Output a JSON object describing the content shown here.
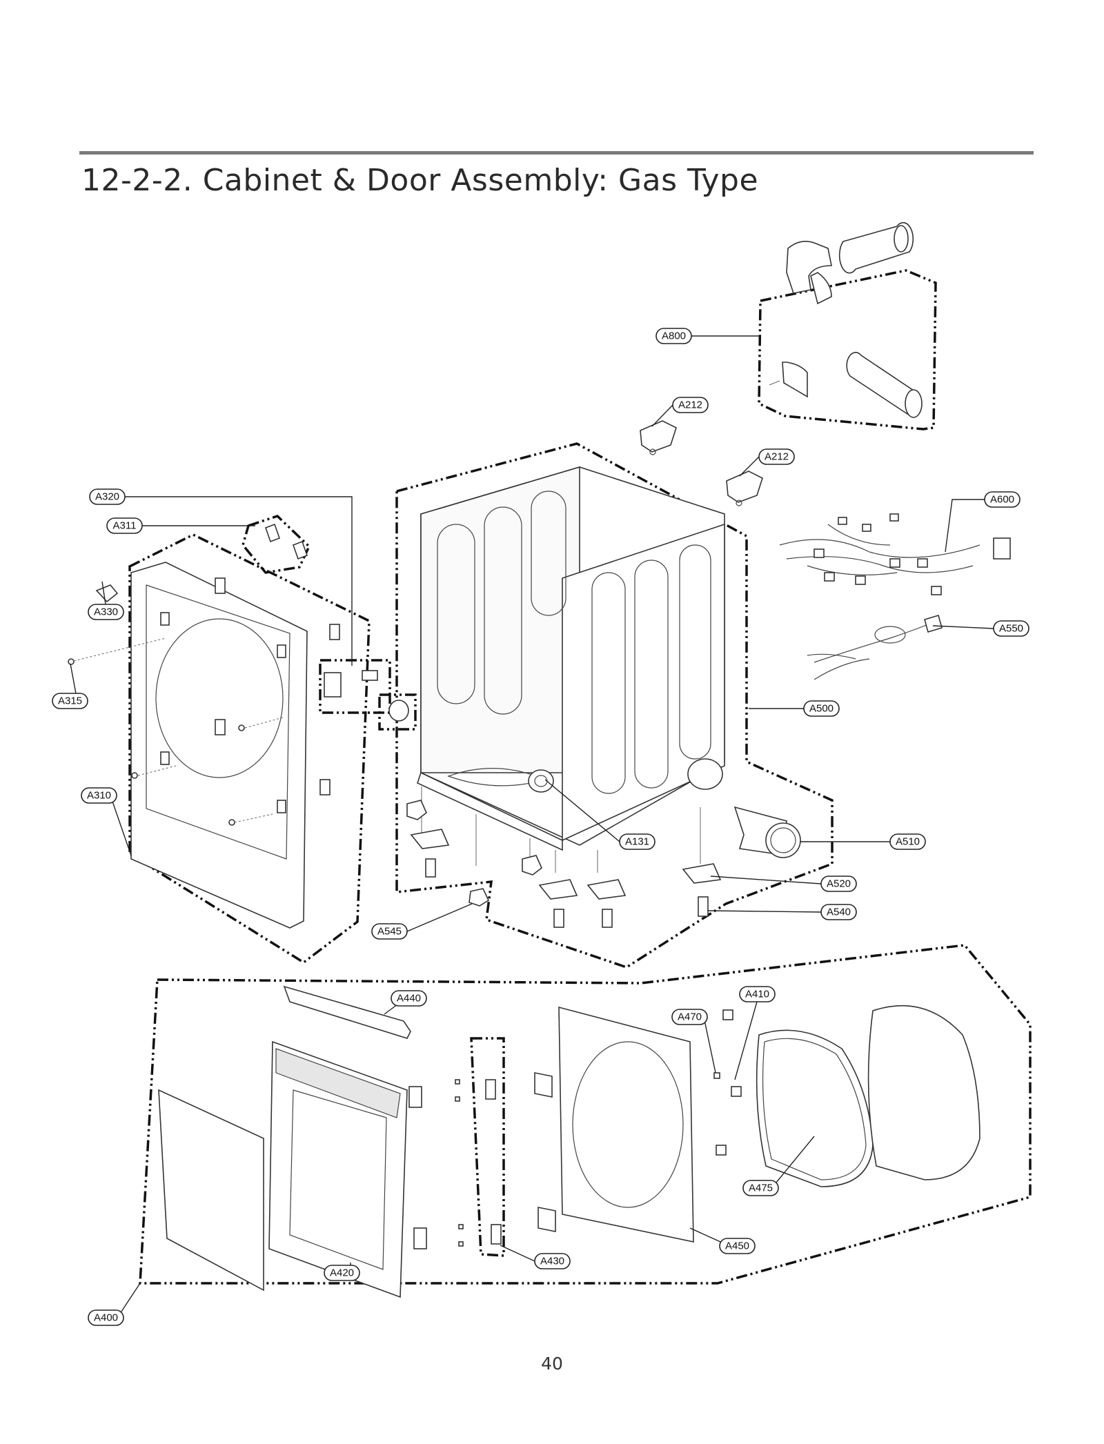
{
  "header": {
    "title": "12-2-2. Cabinet & Door Assembly: Gas Type"
  },
  "callouts": {
    "A800": "A800",
    "A212a": "A212",
    "A212b": "A212",
    "A320": "A320",
    "A311": "A311",
    "A330": "A330",
    "A315": "A315",
    "A310": "A310",
    "A600": "A600",
    "A550": "A550",
    "A500": "A500",
    "A131": "A131",
    "A510": "A510",
    "A520": "A520",
    "A540": "A540",
    "A545": "A545",
    "A440": "A440",
    "A410": "A410",
    "A470": "A470",
    "A475": "A475",
    "A450": "A450",
    "A420": "A420",
    "A430": "A430",
    "A400": "A400"
  },
  "footer": {
    "page_number": "40"
  }
}
